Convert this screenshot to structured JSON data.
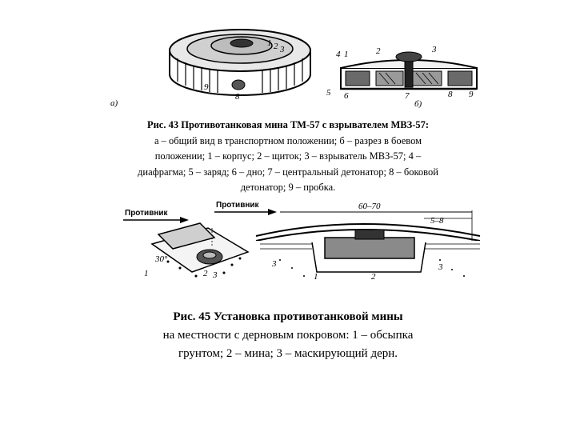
{
  "figure43": {
    "image_labels": {
      "part_a": "а)",
      "part_b": "б)",
      "a_numbers": [
        "1",
        "2",
        "3",
        "9",
        "8"
      ],
      "b_numbers": [
        "4",
        "1",
        "2",
        "3",
        "5",
        "6",
        "7",
        "8",
        "9"
      ]
    },
    "caption_title": "Рис. 43   Противотанковая мина ТМ-57 с взрывателем МВЗ-57:",
    "caption_lines": [
      "а – общий вид в транспортном положении; б – разрез в боевом",
      "положении;   1 – корпус; 2 – щиток; 3 – взрыватель МВЗ-57; 4 –",
      "диафрагма; 5 – заряд; 6 – дно;   7 – центральный детонатор; 8 – боковой",
      "детонатор; 9 – пробка."
    ]
  },
  "figure45": {
    "image_labels": {
      "left_arrow_text": "Противник",
      "right_arrow_text": "Противник",
      "dimension_main": "60–70",
      "dimension_small": "5–8",
      "left_numbers": [
        "1",
        "2",
        "3"
      ],
      "right_numbers": [
        "3",
        "1",
        "2",
        "3"
      ],
      "left_angle_label": "30°"
    },
    "caption_title": "Рис. 45   Установка противотанковой мины",
    "caption_lines": [
      "на местности  с дерновым покровом:  1 – обсыпка",
      "грунтом; 2 – мина; 3 – маскирующий дерн."
    ]
  }
}
